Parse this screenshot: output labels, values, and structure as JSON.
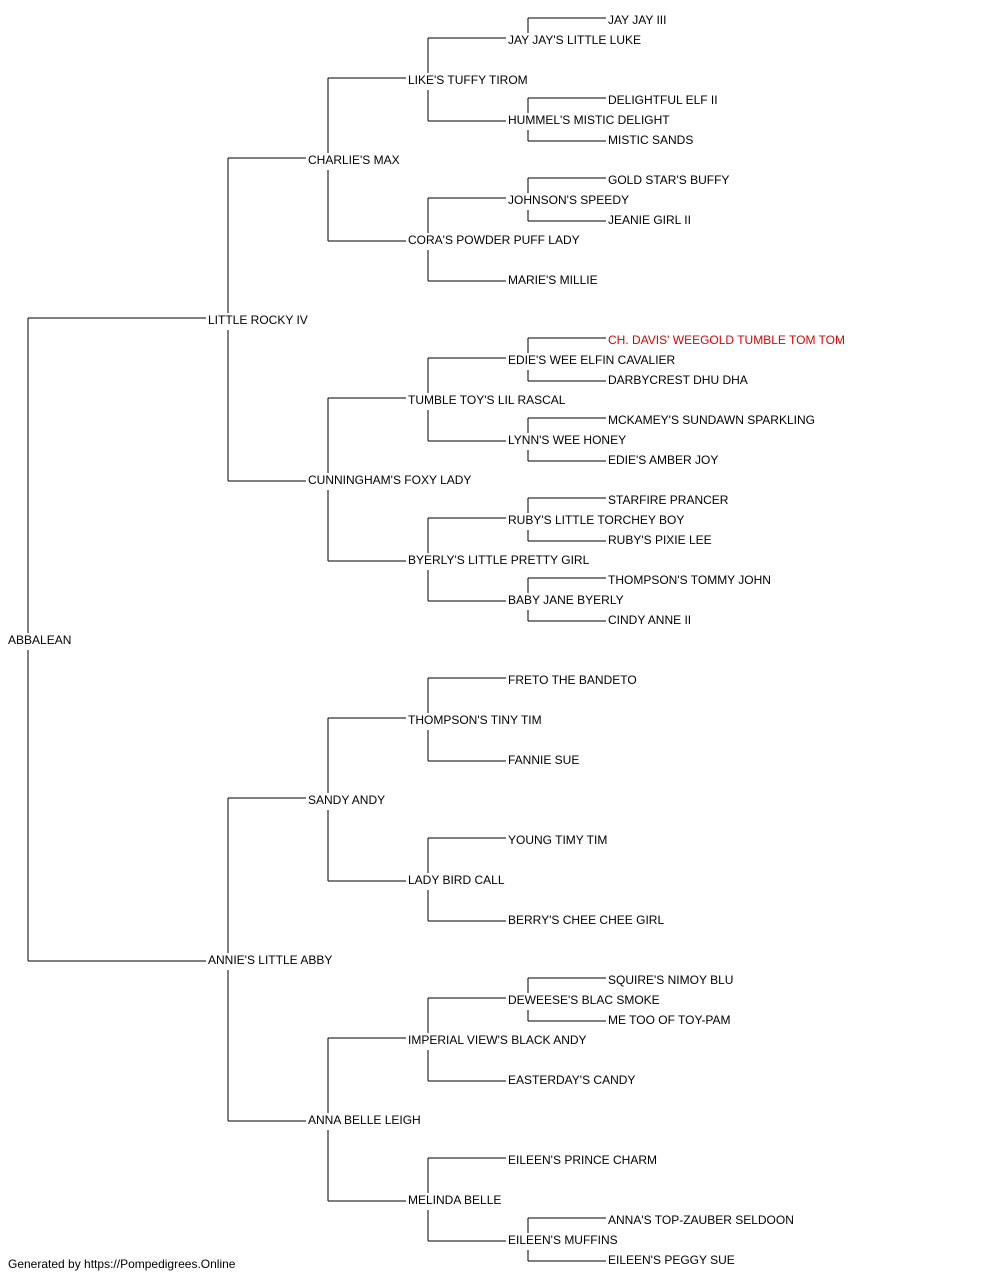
{
  "footer": "Generated by https://Pompedigrees.Online",
  "colors": {
    "text": "#000000",
    "highlight": "#dd0000",
    "line": "#000000"
  },
  "pedigree": {
    "name": "ABBALEAN",
    "sire": {
      "name": "LITTLE ROCKY IV",
      "sire": {
        "name": "CHARLIE'S MAX",
        "sire": {
          "name": "LIKE'S TUFFY TIROM",
          "sire": {
            "name": "JAY JAY'S LITTLE LUKE",
            "sire": {
              "name": "JAY JAY III"
            }
          },
          "dam": {
            "name": "HUMMEL'S MISTIC DELIGHT",
            "sire": {
              "name": "DELIGHTFUL ELF II"
            },
            "dam": {
              "name": "MISTIC SANDS"
            }
          }
        },
        "dam": {
          "name": "CORA'S POWDER PUFF LADY",
          "sire": {
            "name": "JOHNSON'S SPEEDY",
            "sire": {
              "name": "GOLD STAR'S BUFFY"
            },
            "dam": {
              "name": "JEANIE GIRL II"
            }
          },
          "dam": {
            "name": "MARIE'S MILLIE"
          }
        }
      },
      "dam": {
        "name": "CUNNINGHAM'S FOXY LADY",
        "sire": {
          "name": "TUMBLE TOY'S LIL RASCAL",
          "sire": {
            "name": "EDIE'S WEE ELFIN CAVALIER",
            "sire": {
              "name": "CH. DAVIS' WEEGOLD TUMBLE TOM TOM",
              "highlight": true
            },
            "dam": {
              "name": "DARBYCREST DHU DHA"
            }
          },
          "dam": {
            "name": "LYNN'S WEE HONEY",
            "sire": {
              "name": "MCKAMEY'S SUNDAWN SPARKLING"
            },
            "dam": {
              "name": "EDIE'S AMBER JOY"
            }
          }
        },
        "dam": {
          "name": "BYERLY'S LITTLE PRETTY GIRL",
          "sire": {
            "name": "RUBY'S LITTLE TORCHEY BOY",
            "sire": {
              "name": "STARFIRE PRANCER"
            },
            "dam": {
              "name": "RUBY'S PIXIE LEE"
            }
          },
          "dam": {
            "name": "BABY JANE BYERLY",
            "sire": {
              "name": "THOMPSON'S TOMMY JOHN"
            },
            "dam": {
              "name": "CINDY ANNE II"
            }
          }
        }
      }
    },
    "dam": {
      "name": "ANNIE'S LITTLE ABBY",
      "sire": {
        "name": "SANDY ANDY",
        "sire": {
          "name": "THOMPSON'S TINY TIM",
          "sire": {
            "name": "FRETO THE BANDETO"
          },
          "dam": {
            "name": "FANNIE SUE"
          }
        },
        "dam": {
          "name": "LADY BIRD CALL",
          "sire": {
            "name": "YOUNG TIMY TIM"
          },
          "dam": {
            "name": "BERRY'S CHEE CHEE GIRL"
          }
        }
      },
      "dam": {
        "name": "ANNA BELLE LEIGH",
        "sire": {
          "name": "IMPERIAL VIEW'S BLACK ANDY",
          "sire": {
            "name": "DEWEESE'S BLAC SMOKE",
            "sire": {
              "name": "SQUIRE'S NIMOY BLU"
            },
            "dam": {
              "name": "ME TOO OF TOY-PAM"
            }
          },
          "dam": {
            "name": "EASTERDAY'S CANDY"
          }
        },
        "dam": {
          "name": "MELINDA BELLE",
          "sire": {
            "name": "EILEEN'S PRINCE CHARM"
          },
          "dam": {
            "name": "EILEEN'S MUFFINS",
            "sire": {
              "name": "ANNA'S TOP-ZAUBER SELDOON"
            },
            "dam": {
              "name": "EILEEN'S PEGGY SUE"
            }
          }
        }
      }
    }
  }
}
